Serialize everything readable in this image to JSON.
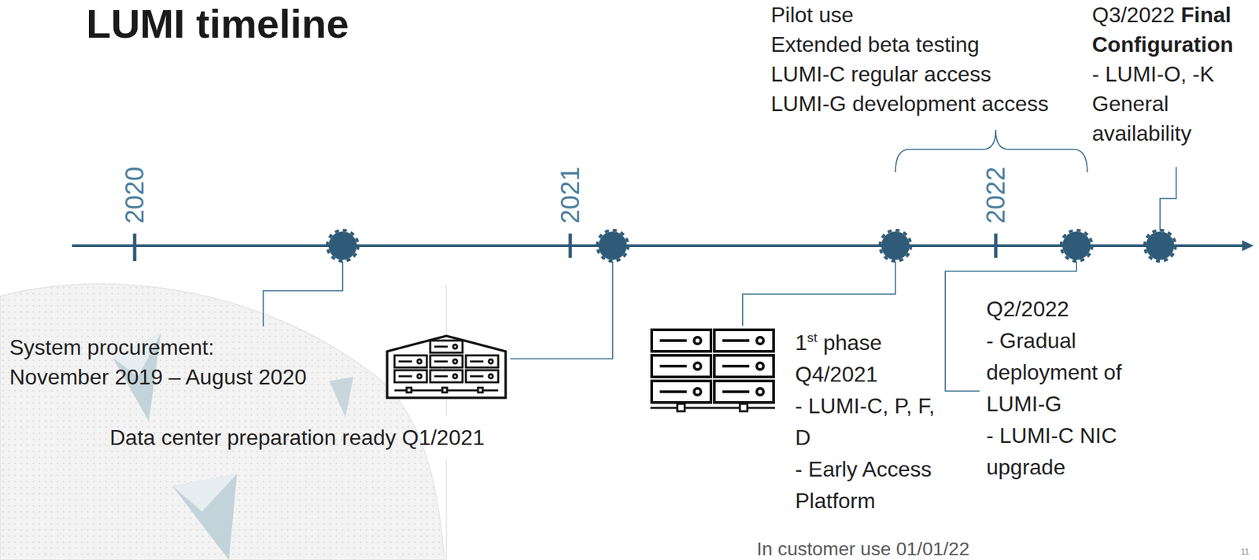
{
  "diagram": {
    "title": "LUMI timeline",
    "labels": [
      "2020",
      "2021",
      "2022",
      "Pilot use",
      "Extended beta testing",
      "LUMI-C regular access",
      "LUMI-G development access",
      "Q3/2022",
      "Final Configuration",
      "- LUMI-O, -K General availability",
      "System procurement:",
      "November 2019 – August 2020",
      "Data center preparation ready Q1/2021",
      "1st phase",
      "Q4/2021",
      "- LUMI-C, P, F, D",
      "- Early Access Platform",
      "Q2/2022",
      "- Gradual deployment of LUMI-G",
      "- LUMI-C NIC upgrade",
      "In customer use 01/01/22",
      "11"
    ]
  }
}
